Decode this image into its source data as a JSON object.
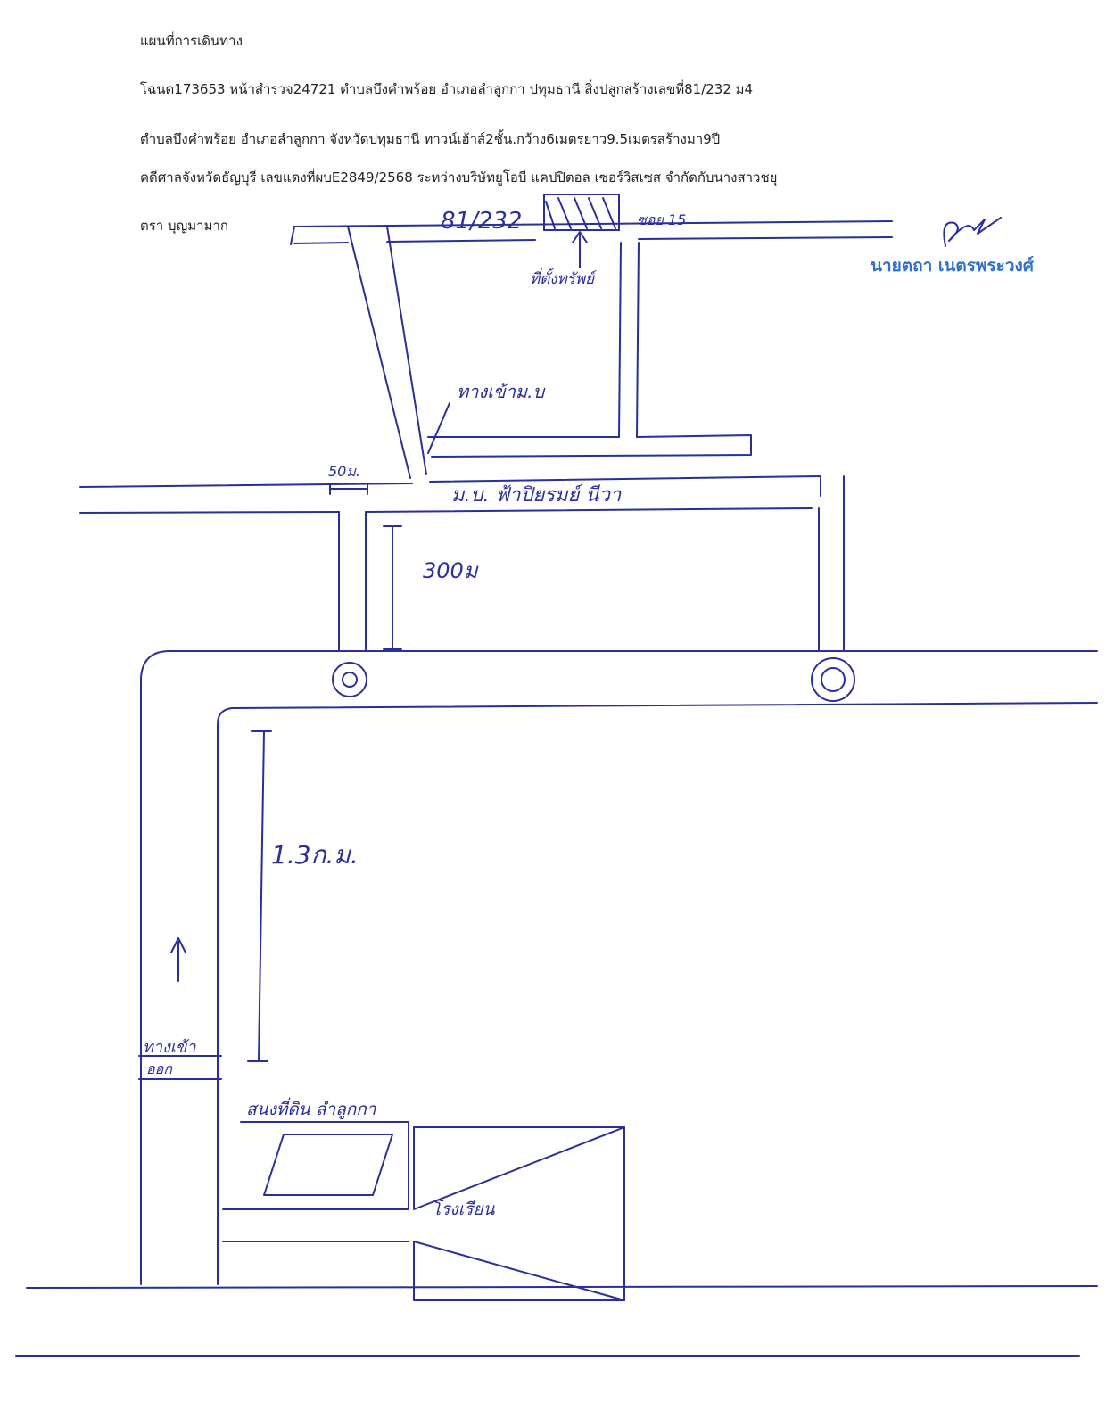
{
  "header": {
    "title": "แผนที่การเดินทาง",
    "line1": "โฉนด173653  หน้าสำรวจ24721 ตำบลบึงคำพร้อย อำเภอลำลูกกา ปทุมธานี สิ่งปลูกสร้างเลขที่81/232 ม4",
    "line2": "ตำบลบึงคำพร้อย อำเภอลำลูกกา จังหวัดปทุมธานี ทาวน์เฮ้าส์2ชั้น.กว้าง6เมตรยาว9.5เมตรสร้างมา9ปี",
    "line3": "คดีศาลจังหวัดธัญบุรี เลขแดงที่ผบE2849/2568 ระหว่างบริษัทยูโอบี แคปปิตอล เซอร์วิสเซส จำกัดกับนางสาวชยุ",
    "line4": "ตรา  บุญมามาก"
  },
  "map": {
    "house_number": "81/232",
    "soi": "ซอย 15",
    "property_label": "ที่ตั้งทรัพย์",
    "village_entrance": "ทางเข้าม.บ",
    "village_name": "ม.บ. ฟ้าปิยรมย์ นีวา",
    "distance_50": "50ม.",
    "distance_300": "300ม",
    "distance_13km": "1.3ก.ม.",
    "entrance": "ทางเข้า",
    "exit": "ออก",
    "market": "สนงที่ดิน ลำลูกกา",
    "school": "โรงเรียน",
    "signer_name": "นายตถา เนตรพระวงศ์",
    "ink_color": "#2a2f9a",
    "stamp_color": "#2e6fc9"
  }
}
